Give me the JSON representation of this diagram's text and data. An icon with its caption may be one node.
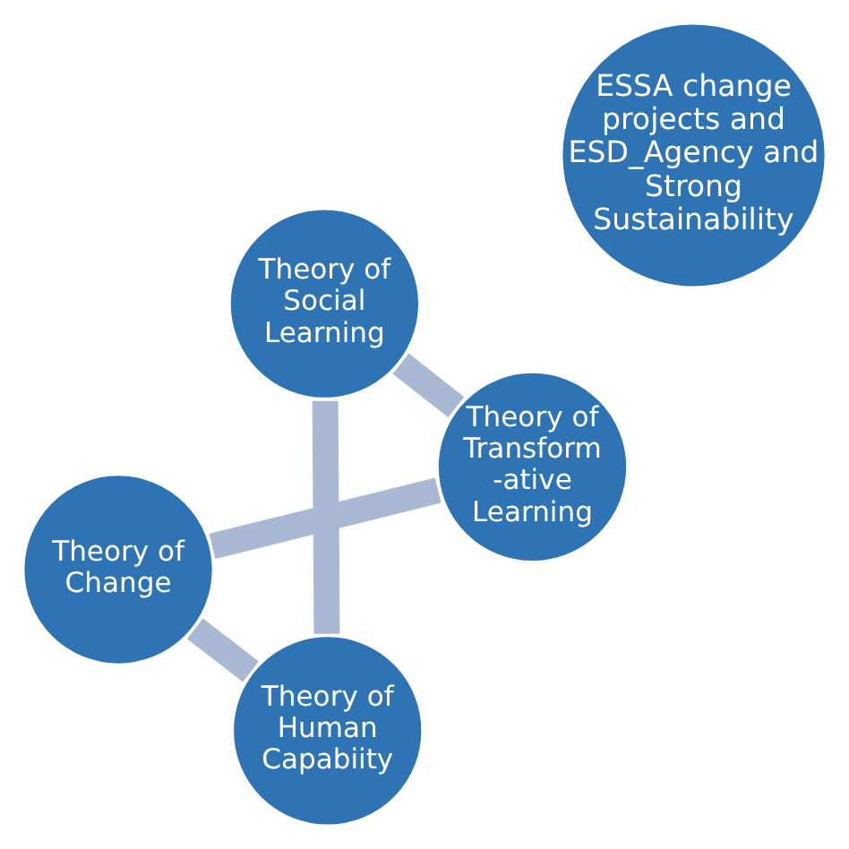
{
  "diagram": {
    "nodes": [
      {
        "text": [
          "Theory of Change"
        ]
      },
      {
        "text": [
          "Theory of Transform -ative Learning"
        ]
      },
      {
        "text": [
          "ESSA change projects and ESD_Agency and Strong Sustainability"
        ]
      },
      {
        "text": [
          "Theory of Human Capabiity"
        ]
      },
      {
        "text": [
          "Theory of Social Learning"
        ]
      }
    ],
    "edges": [
      {
        "from": 0,
        "to": 1,
        "arrow": "none"
      },
      {
        "from": 0,
        "to": 3,
        "arrow": "none"
      },
      {
        "from": 1,
        "to": 4,
        "arrow": "none"
      },
      {
        "from": 3,
        "to": 4,
        "arrow": "none"
      }
    ]
  }
}
